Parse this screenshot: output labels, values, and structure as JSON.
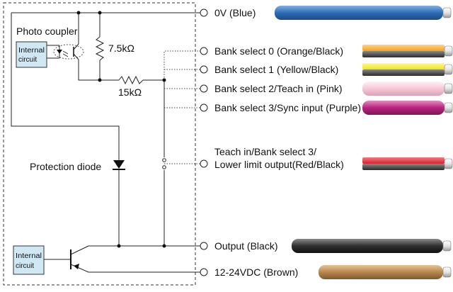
{
  "labels": {
    "photo_coupler": "Photo coupler",
    "internal_circuit": [
      "Internal",
      "circuit"
    ],
    "resistor_1": "7.5kΩ",
    "resistor_2": "15kΩ",
    "protection_diode": "Protection diode"
  },
  "wires": [
    {
      "label": "0V  (Blue)",
      "color": "#2e6db6",
      "stripe": null
    },
    {
      "label": "Bank select 0 (Orange/Black)",
      "color": "#f5a21b",
      "stripe": "#3a3a3a"
    },
    {
      "label": "Bank select 1 (Yellow/Black)",
      "color": "#f2e312",
      "stripe": "#3a3a3a"
    },
    {
      "label": "Bank select 2/Teach in (Pink)",
      "color": "#f7c8d6",
      "stripe": null
    },
    {
      "label": "Bank select 3/Sync input  (Purple)",
      "color": "#b8247e",
      "stripe": null
    },
    {
      "label": [
        "Teach in/Bank select 3/",
        "Lower limit output(Red/Black)"
      ],
      "color": "#d8202d",
      "stripe": "#3a3a3a"
    },
    {
      "label": "Output (Black)",
      "color": "#2f2f2f",
      "stripe": null
    },
    {
      "label": "12-24VDC (Brown)",
      "color": "#b9874d",
      "stripe": null
    }
  ]
}
